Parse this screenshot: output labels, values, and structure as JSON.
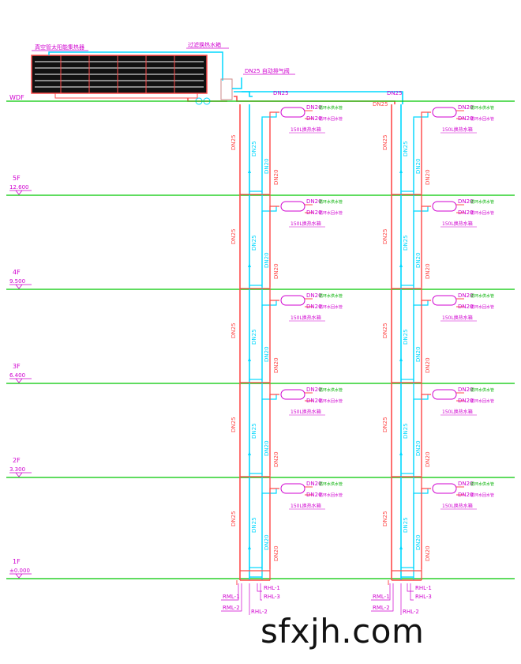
{
  "roof": {
    "collector_label": "真空管太阳能集热器",
    "pump_label": "过滤换热水箱",
    "vent_label": "DN25 自动排气阀",
    "roof_level": "WDF"
  },
  "floors": [
    {
      "name": "5F",
      "elev": "12.600"
    },
    {
      "name": "4F",
      "elev": "9.500"
    },
    {
      "name": "3F",
      "elev": "6.400"
    },
    {
      "name": "2F",
      "elev": "3.300"
    },
    {
      "name": "1F",
      "elev": "±0.000"
    }
  ],
  "pipe": {
    "dn25": "DN25",
    "dn20": "DN20",
    "supply_label": "循环水供水管",
    "return_label": "循环水回水管",
    "tank_label": "150L换热水箱"
  },
  "risers": {
    "left": {
      "rml1": "RML-1",
      "rml2": "RML-2",
      "rhl1": "RHL-1",
      "rhl2": "RHL-2",
      "rhl3": "RHL-3"
    },
    "right": {
      "rml1": "RML-1",
      "rml2": "RML-2",
      "rhl1": "RHL-1",
      "rhl2": "RHL-2",
      "rhl3": "RHL-3"
    }
  },
  "colors": {
    "floor_line": "#00c800",
    "supply": "#ff4b4b",
    "return": "#00d8ff",
    "tag": "#d000d0",
    "green_text": "#00b000"
  },
  "watermark": "sfxjh.com"
}
